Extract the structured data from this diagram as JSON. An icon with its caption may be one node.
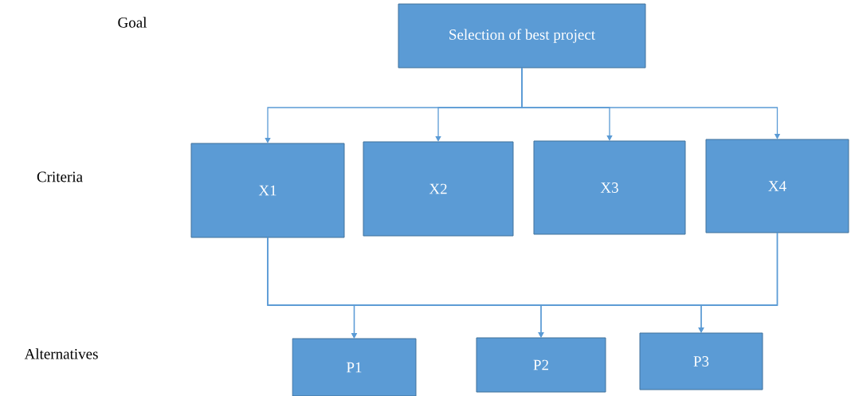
{
  "diagram": {
    "nodes": [
      {
        "text": [
          "Selection of best project"
        ]
      },
      {
        "text": [
          "X1"
        ]
      },
      {
        "text": [
          "X2"
        ]
      },
      {
        "text": [
          "X3"
        ]
      },
      {
        "text": [
          "X4"
        ]
      },
      {
        "text": [
          "P1"
        ]
      },
      {
        "text": [
          "P2"
        ]
      },
      {
        "text": [
          "P3"
        ]
      }
    ],
    "edges": [
      {
        "from": 0,
        "to": 1,
        "arrow": "to"
      },
      {
        "from": 0,
        "to": 2,
        "arrow": "to"
      },
      {
        "from": 0,
        "to": 3,
        "arrow": "to"
      },
      {
        "from": 0,
        "to": 4,
        "arrow": "to"
      },
      {
        "from": 1,
        "to": 5,
        "arrow": "to"
      },
      {
        "from": 1,
        "to": 6,
        "arrow": "to"
      },
      {
        "from": 1,
        "to": 7,
        "arrow": "to"
      },
      {
        "from": 4,
        "to": 5,
        "arrow": "to"
      },
      {
        "from": 4,
        "to": 6,
        "arrow": "to"
      },
      {
        "from": 4,
        "to": 7,
        "arrow": "to"
      }
    ],
    "labels": [
      "Goal",
      "Criteria",
      "Alternatives"
    ]
  }
}
